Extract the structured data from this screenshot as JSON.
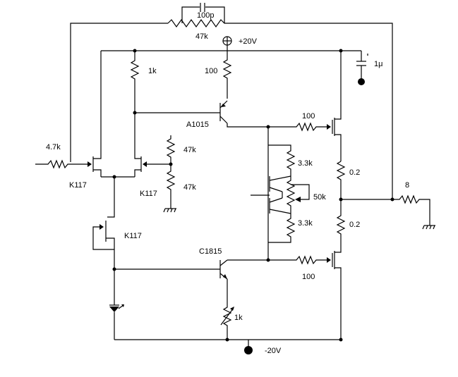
{
  "labels": {
    "c_100p": "100p",
    "r_47k_fb": "47k",
    "supply_pos": "+20V",
    "r_1k_top": "1k",
    "r_100_top": "100",
    "c_1u": "1μ",
    "q_a1015": "A1015",
    "r_100_gate_top": "100",
    "r_4_7k": "4.7k",
    "r_47k_bias_top": "47k",
    "r_47k_bias_bot": "47k",
    "q_k117_left": "K117",
    "q_k117_right": "K117",
    "r_3_3k_top": "3.3k",
    "vr_50k": "50k",
    "r_3_3k_bot": "3.3k",
    "r_0_2_top": "0.2",
    "r_0_2_bot": "0.2",
    "r_8": "8",
    "q_k117_cs": "K117",
    "q_c1815": "C1815",
    "r_100_gate_bot": "100",
    "vr_1k": "1k",
    "supply_neg": "-20V"
  }
}
